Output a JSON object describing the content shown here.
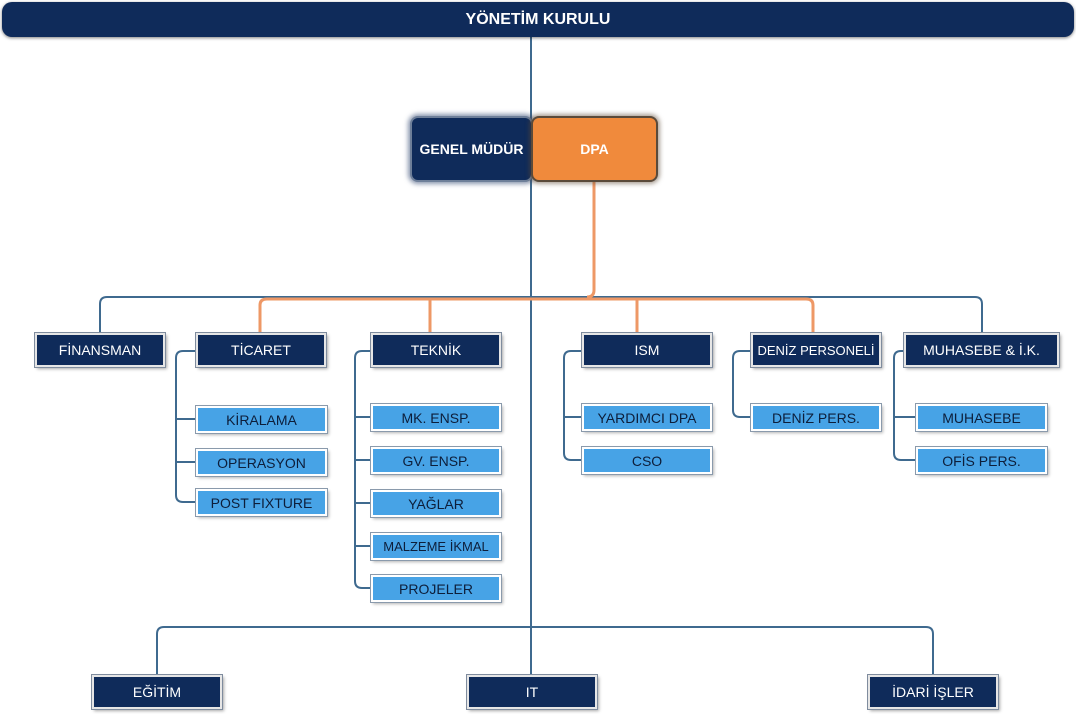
{
  "board": "YÖNETİM KURULU",
  "general_manager": "GENEL MÜDÜR",
  "dpa": "DPA",
  "departments": {
    "finansman": "FİNANSMAN",
    "ticaret": {
      "title": "TİCARET",
      "units": [
        "KİRALAMA",
        "OPERASYON",
        "POST FIXTURE"
      ]
    },
    "teknik": {
      "title": "TEKNİK",
      "units": [
        "MK. ENSP.",
        "GV. ENSP.",
        "YAĞLAR",
        "MALZEME İKMAL",
        "PROJELER"
      ]
    },
    "ism": {
      "title": "ISM",
      "units": [
        "YARDIMCI DPA",
        "CSO"
      ]
    },
    "deniz": {
      "title": "DENİZ PERSONELİ",
      "units": [
        "DENİZ PERS."
      ]
    },
    "muhasebe": {
      "title": "MUHASEBE & İ.K.",
      "units": [
        "MUHASEBE",
        "OFİS PERS."
      ]
    }
  },
  "bottom": [
    "EĞİTİM",
    "IT",
    "İDARİ İŞLER"
  ],
  "colors": {
    "navy": "#0f2b5a",
    "light_blue": "#47a3e6",
    "orange": "#f08a3c",
    "line_blue": "#3f6a8f",
    "line_orange": "#ee9866"
  }
}
